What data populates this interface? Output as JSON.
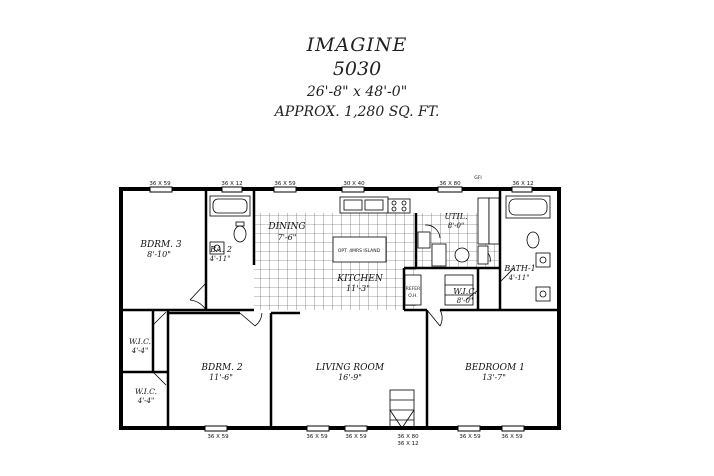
{
  "header": {
    "model_name": "IMAGINE",
    "model_number": "5030",
    "dimensions": "26'-8\" x 48'-0\"",
    "area": "APPROX. 1,280 SQ. FT."
  },
  "rooms": {
    "bedroom3_name": "BDRM. 3",
    "bedroom3_size": "8'-10\"",
    "bath2_name": "BA. 2",
    "bath2_size": "4'-11\"",
    "dining_name": "DINING",
    "dining_size": "7'-6\"",
    "island": "OPT. 4MRS ISLAND",
    "kitchen_name": "KITCHEN",
    "kitchen_size": "11'-3\"",
    "util_name": "UTIL.",
    "util_size": "8'-0\"",
    "bath1_name": "BATH-1",
    "bath1_size": "4'-11\"",
    "wic_main_name": "W.I.C.",
    "wic_main_size": "8'-0\"",
    "wic_a_name": "W.I.C.",
    "wic_a_size": "4'-4\"",
    "wic_b_name": "W.I.C.",
    "wic_b_size": "4'-4\"",
    "bedroom2_name": "BDRM. 2",
    "bedroom2_size": "11'-6\"",
    "living_name": "LIVING ROOM",
    "living_size": "16'-9\"",
    "bedroom1_name": "BEDROOM 1",
    "bedroom1_size": "13'-7\"",
    "refer": "REFER",
    "oh": "O.H.",
    "gfi": "GFI"
  },
  "windows": {
    "top1": "36 X 59",
    "top2": "36 X 12",
    "top3": "36 X 59",
    "top4": "30 X 40",
    "top5": "36 X 80",
    "top6": "36 X 12",
    "bot1": "36 X 59",
    "bot2": "36 X 59",
    "bot3": "36 X 59",
    "bot4": "36 X 80",
    "bot4b": "36 X 12",
    "bot5": "36 X 59",
    "bot6": "36 X 59"
  }
}
